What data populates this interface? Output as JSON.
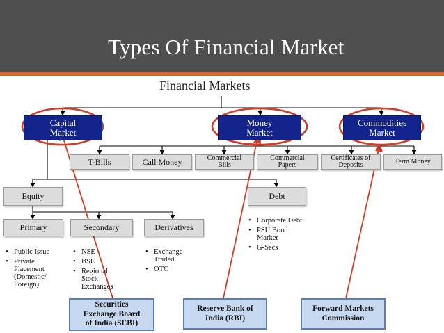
{
  "slide_title": "Types Of Financial Market",
  "root": "Financial Markets",
  "markets": [
    "Capital\nMarket",
    "Money\nMarket",
    "Commodities\nMarket"
  ],
  "money_instruments": [
    "T-Bills",
    "Call Money",
    "Commercial\nBills",
    "Commercial\nPapers",
    "Certificates of\nDeposits",
    "Term Money"
  ],
  "capital_split": [
    "Equity",
    "Debt"
  ],
  "equity_split": [
    "Primary",
    "Secondary",
    "Derivatives"
  ],
  "primary_items": [
    "Public Issue",
    "Private Placement (Domestic/ Foreign)"
  ],
  "secondary_items": [
    "NSE",
    "BSE",
    "Regional Stock Exchanges"
  ],
  "derivatives_items": [
    "Exchange Traded",
    "OTC"
  ],
  "debt_items": [
    "Corporate Debt",
    "PSU Bond Market",
    "G-Secs"
  ],
  "regulators": [
    "Securities\nExchange Board\nof India (SEBI)",
    "Reserve Bank of\nIndia (RBI)",
    "Forward Markets\nCommission"
  ],
  "colors": {
    "header": "#4f4f4f",
    "accent": "#d9622b",
    "market_box": "#12248c",
    "node_box": "#dcdcdc",
    "regulator_box": "#c6d9f1",
    "highlight": "#d93a24"
  }
}
